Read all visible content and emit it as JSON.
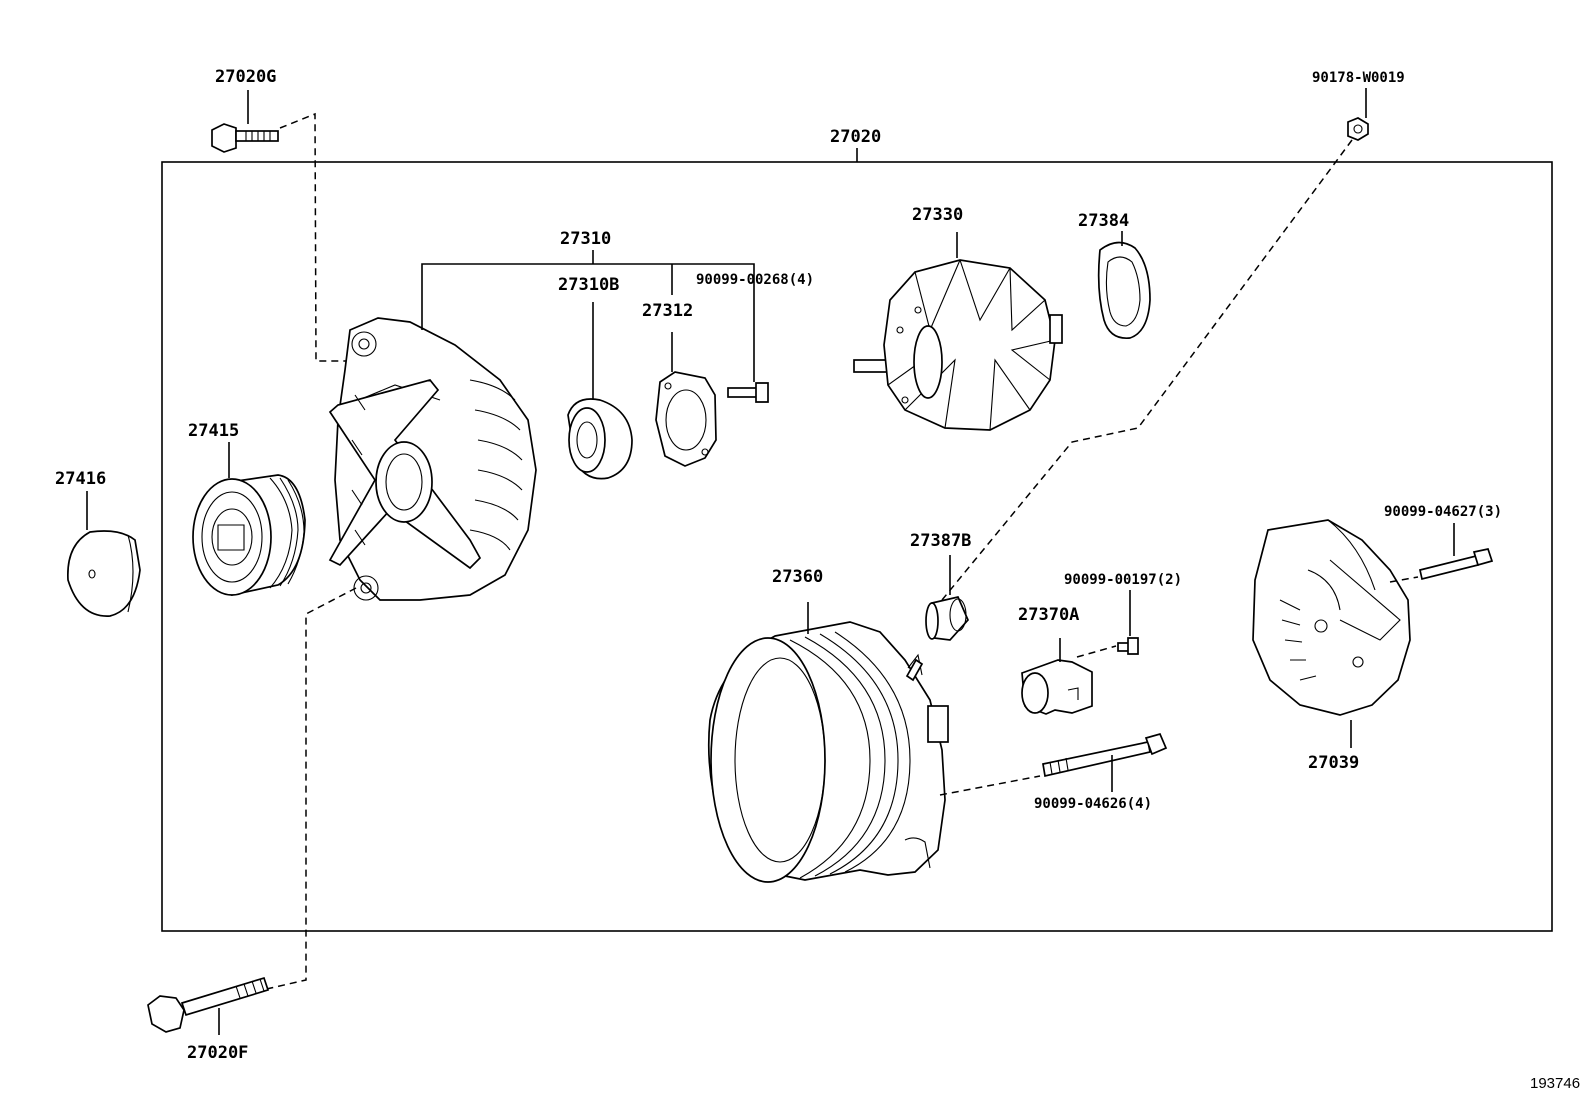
{
  "diagram": {
    "figure_number": "193746",
    "assembly_number": "27020",
    "callouts": {
      "c27020G": "27020G",
      "c90178": "90178-W0019",
      "c27020": "27020",
      "c27310": "27310",
      "c27310B": "27310B",
      "c27312": "27312",
      "c90099_00268": "90099-00268(4)",
      "c27330": "27330",
      "c27384": "27384",
      "c27415": "27415",
      "c27416": "27416",
      "c27387B": "27387B",
      "c27360": "27360",
      "c90099_00197": "90099-00197(2)",
      "c27370A": "27370A",
      "c90099_04627": "90099-04627(3)",
      "c27039": "27039",
      "c90099_04626": "90099-04626(4)",
      "c27020F": "27020F"
    }
  }
}
